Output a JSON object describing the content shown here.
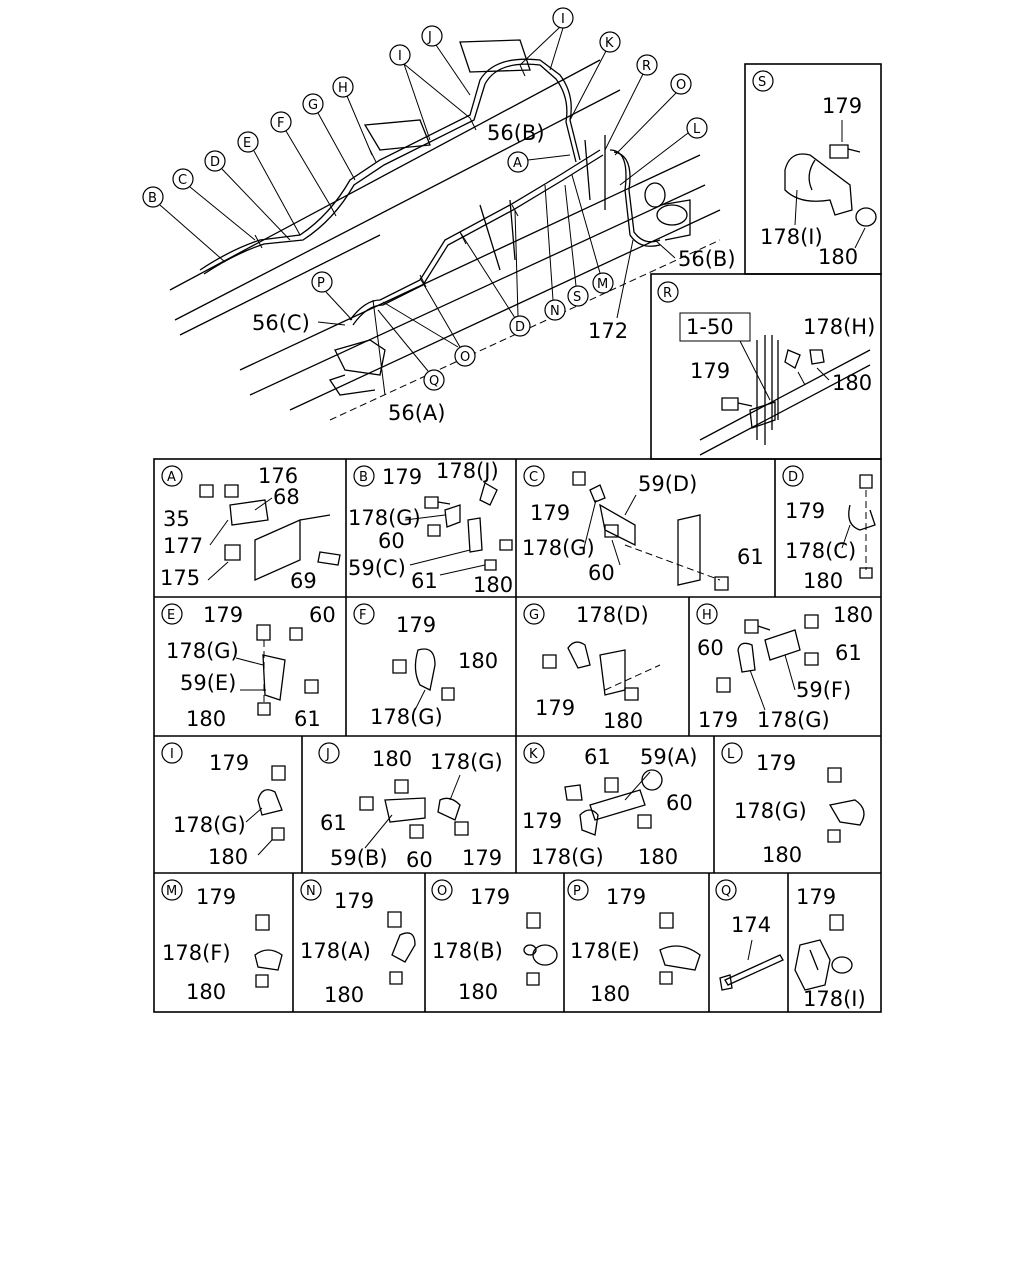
{
  "main_view": {
    "callouts": [
      "B",
      "C",
      "D",
      "E",
      "F",
      "G",
      "H",
      "I",
      "J",
      "I",
      "K",
      "R",
      "O",
      "L",
      "A",
      "N",
      "S",
      "M",
      "P",
      "Q",
      "O",
      "D"
    ],
    "labels": [
      "56(B)",
      "56(B)",
      "56(C)",
      "56(A)",
      "172"
    ]
  },
  "panels": {
    "S": {
      "letter": "S",
      "labels": [
        "179",
        "178(I)",
        "180"
      ]
    },
    "R": {
      "letter": "R",
      "ref": "1-50",
      "labels": [
        "178(H)",
        "179",
        "180"
      ]
    },
    "A": {
      "letter": "A",
      "labels": [
        "176",
        "68",
        "35",
        "177",
        "175",
        "69"
      ]
    },
    "B": {
      "letter": "B",
      "labels": [
        "179",
        "178(J)",
        "178(G)",
        "60",
        "59(C)",
        "61",
        "180"
      ]
    },
    "C": {
      "letter": "C",
      "labels": [
        "59(D)",
        "179",
        "178(G)",
        "60",
        "61"
      ]
    },
    "D": {
      "letter": "D",
      "labels": [
        "179",
        "178(C)",
        "180"
      ]
    },
    "E": {
      "letter": "E",
      "labels": [
        "179",
        "60",
        "178(G)",
        "59(E)",
        "180",
        "61"
      ]
    },
    "F": {
      "letter": "F",
      "labels": [
        "179",
        "180",
        "178(G)"
      ]
    },
    "G": {
      "letter": "G",
      "labels": [
        "178(D)",
        "179",
        "180"
      ]
    },
    "H": {
      "letter": "H",
      "labels": [
        "180",
        "60",
        "61",
        "59(F)",
        "179",
        "178(G)"
      ]
    },
    "I": {
      "letter": "I",
      "labels": [
        "179",
        "178(G)",
        "180"
      ]
    },
    "J": {
      "letter": "J",
      "labels": [
        "180",
        "178(G)",
        "61",
        "59(B)",
        "60",
        "179"
      ]
    },
    "K": {
      "letter": "K",
      "labels": [
        "61",
        "59(A)",
        "60",
        "179",
        "178(G)",
        "180"
      ]
    },
    "L": {
      "letter": "L",
      "labels": [
        "179",
        "178(G)",
        "180"
      ]
    },
    "M": {
      "letter": "M",
      "labels": [
        "179",
        "178(F)",
        "180"
      ]
    },
    "N": {
      "letter": "N",
      "labels": [
        "179",
        "178(A)",
        "180"
      ]
    },
    "O": {
      "letter": "O",
      "labels": [
        "179",
        "178(B)",
        "180"
      ]
    },
    "P": {
      "letter": "P",
      "labels": [
        "179",
        "178(E)",
        "180"
      ]
    },
    "Q": {
      "letter": "Q",
      "labels": [
        "174"
      ]
    },
    "I2": {
      "letter": "",
      "labels": [
        "179",
        "178(I)"
      ]
    }
  }
}
